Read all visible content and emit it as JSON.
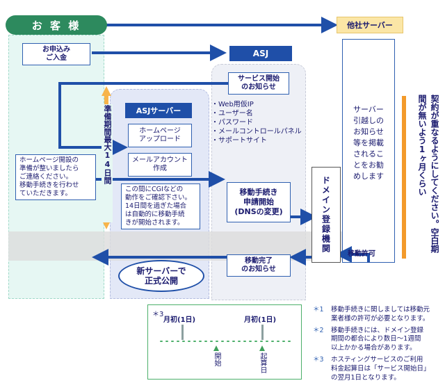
{
  "header": {
    "customer_label": "お 客 様",
    "other_server_label": "他社サーバー"
  },
  "customer": {
    "apply_label": "お申込み\nご入金",
    "notice_text": "ホームページ開設の\n準備が整いましたら\nご連絡ください。\n移動手続きを行わせ\nていただきます。"
  },
  "asj": {
    "header_label": "ASJ",
    "service_start_label": "サービス開始\nのお知らせ",
    "info_items": [
      "・Web用仮IP",
      "・ユーザー名",
      "・パスワード",
      "・メールコントロールパネル",
      "・サポートサイト"
    ],
    "transfer_label": "移動手続き\n申請開始\n(DNSの変更)",
    "complete_label": "移動完了\nのお知らせ"
  },
  "asj_server": {
    "header_label": "ASJサーバー",
    "upload_label": "ホームページ\nアップロード",
    "mail_label": "メールアカウント\n作成",
    "cgi_text": "この間にCGIなどの\n動作をご確認下さい。\n14日間を過ぎた場合\nは自動的に移動手続\nきが開始されます。",
    "prep_period_label": "準備期間最大14日間"
  },
  "new_server_label": "新サーバーで\n正式公開",
  "other_server": {
    "notice_text": "サーバー\n引越しの\nお知らせ\n等を掲載\nされるこ\nとをお勧\nめします"
  },
  "domain_label": "ドメイン登録機関",
  "transfer_permit_label": "移動許可",
  "warning_text": "契約が重なるようにしてください。空白期間が無いよう1ヶ月くらい",
  "timeline": {
    "note_mark": "＊3",
    "label_left": "月初(1日)",
    "label_right": "月初(1日)",
    "start_label": "開始",
    "billing_label": "起算日"
  },
  "footnotes": [
    {
      "mark": "＊1",
      "text": "移動手続きに関しましては移動元\n業者様の許可が必要となります。"
    },
    {
      "mark": "＊2",
      "text": "移動手続きには、ドメイン登録\n期間の都合により数日～1週間\n以上かかる場合があります。"
    },
    {
      "mark": "＊3",
      "text": "ホスティングサービスのご利用\n料金起算日は「サービス開始日」\nの翌月1日となります。"
    }
  ],
  "colors": {
    "arrow_blue": "#1f4fa8",
    "customer_green": "#2d8a5e",
    "orange": "#f39a2b",
    "timeline_green": "#4caf6a"
  }
}
